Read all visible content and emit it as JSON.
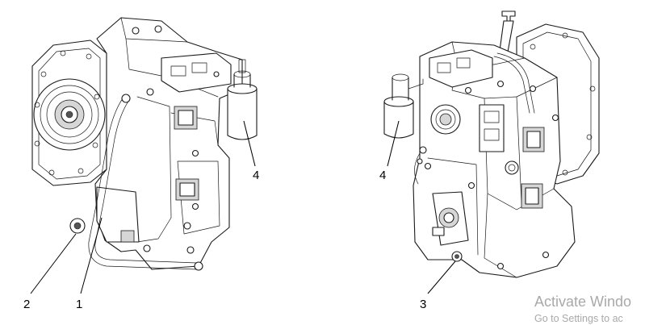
{
  "callouts": {
    "left_1": "1",
    "left_2": "2",
    "left_4": "4",
    "right_3": "3",
    "right_4": "4"
  },
  "watermark": {
    "title": "Activate Windo",
    "subtitle": "Go to Settings to ac"
  },
  "colors": {
    "ink": "#1a1a1a",
    "watermark": "#a9a9a9",
    "background": "#ffffff"
  }
}
